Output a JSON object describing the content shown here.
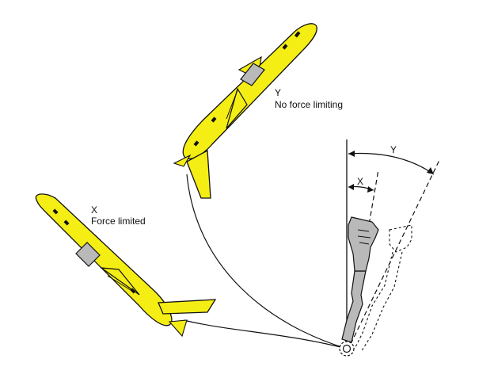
{
  "colors": {
    "aircraft_fill": "#f5ee15",
    "outline": "#111111",
    "stick_fill": "#b9b9b9",
    "background": "#ffffff"
  },
  "labels": {
    "y_letter": "Y",
    "y_desc": "No force limiting",
    "x_letter": "X",
    "x_desc": "Force limited",
    "arc_y": "Y",
    "arc_x": "X"
  }
}
